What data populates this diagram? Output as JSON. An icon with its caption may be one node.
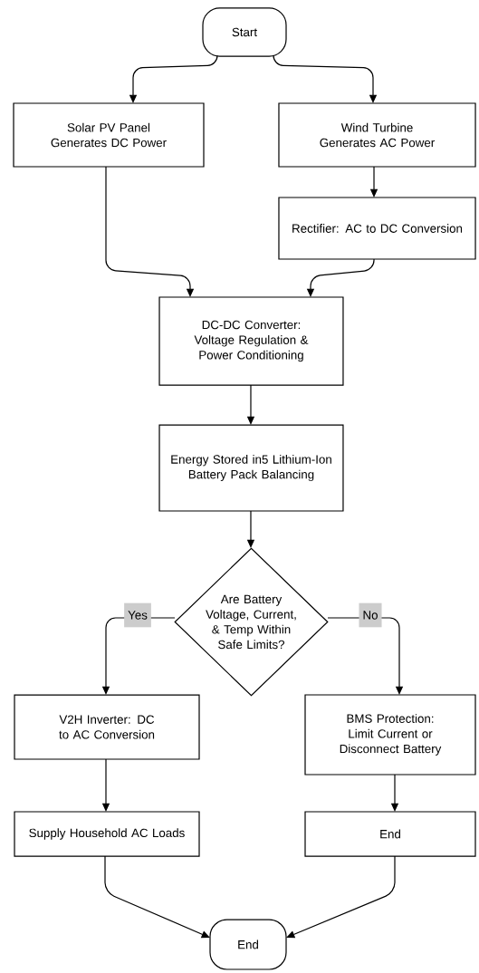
{
  "diagram": {
    "nodes": [
      {
        "text": [
          "Start"
        ]
      },
      {
        "text": [
          "Solar PV Panel Generates DC Power"
        ]
      },
      {
        "text": [
          "Wind Turbine Generates AC Power"
        ]
      },
      {
        "text": [
          "Rectifier: AC to DC Conversion"
        ]
      },
      {
        "text": [
          "DC-DC Converter: Voltage Regulation & Power Conditioning"
        ]
      },
      {
        "text": [
          "Energy Stored in5 Lithium-Ion Battery Pack Balancing"
        ]
      },
      {
        "text": [
          "Are Battery Voltage, Current, & Temp Within Safe Limits?"
        ]
      },
      {
        "text": [
          "V2H Inverter: DC to AC Conversion"
        ]
      },
      {
        "text": [
          "BMS Protection: Limit Current or Disconnect Battery"
        ]
      },
      {
        "text": [
          "Supply Household AC Loads"
        ]
      },
      {
        "text": [
          "End"
        ]
      },
      {
        "text": [
          "End"
        ]
      }
    ],
    "edges": [
      {
        "from": 0,
        "to": 1,
        "arrow": "to"
      },
      {
        "from": 0,
        "to": 2,
        "arrow": "to"
      },
      {
        "from": 2,
        "to": 3,
        "arrow": "to"
      },
      {
        "from": 1,
        "to": 4,
        "arrow": "to"
      },
      {
        "from": 3,
        "to": 4,
        "arrow": "to"
      },
      {
        "from": 4,
        "to": 5,
        "arrow": "to"
      },
      {
        "from": 5,
        "to": 6,
        "arrow": "to"
      },
      {
        "from": 6,
        "to": 7,
        "arrow": "to",
        "label": "Yes"
      },
      {
        "from": 6,
        "to": 8,
        "arrow": "to",
        "label": "No"
      },
      {
        "from": 7,
        "to": 9,
        "arrow": "to"
      },
      {
        "from": 8,
        "to": 10,
        "arrow": "to"
      },
      {
        "from": 9,
        "to": 11,
        "arrow": "to"
      },
      {
        "from": 10,
        "to": 11,
        "arrow": "to"
      }
    ]
  }
}
